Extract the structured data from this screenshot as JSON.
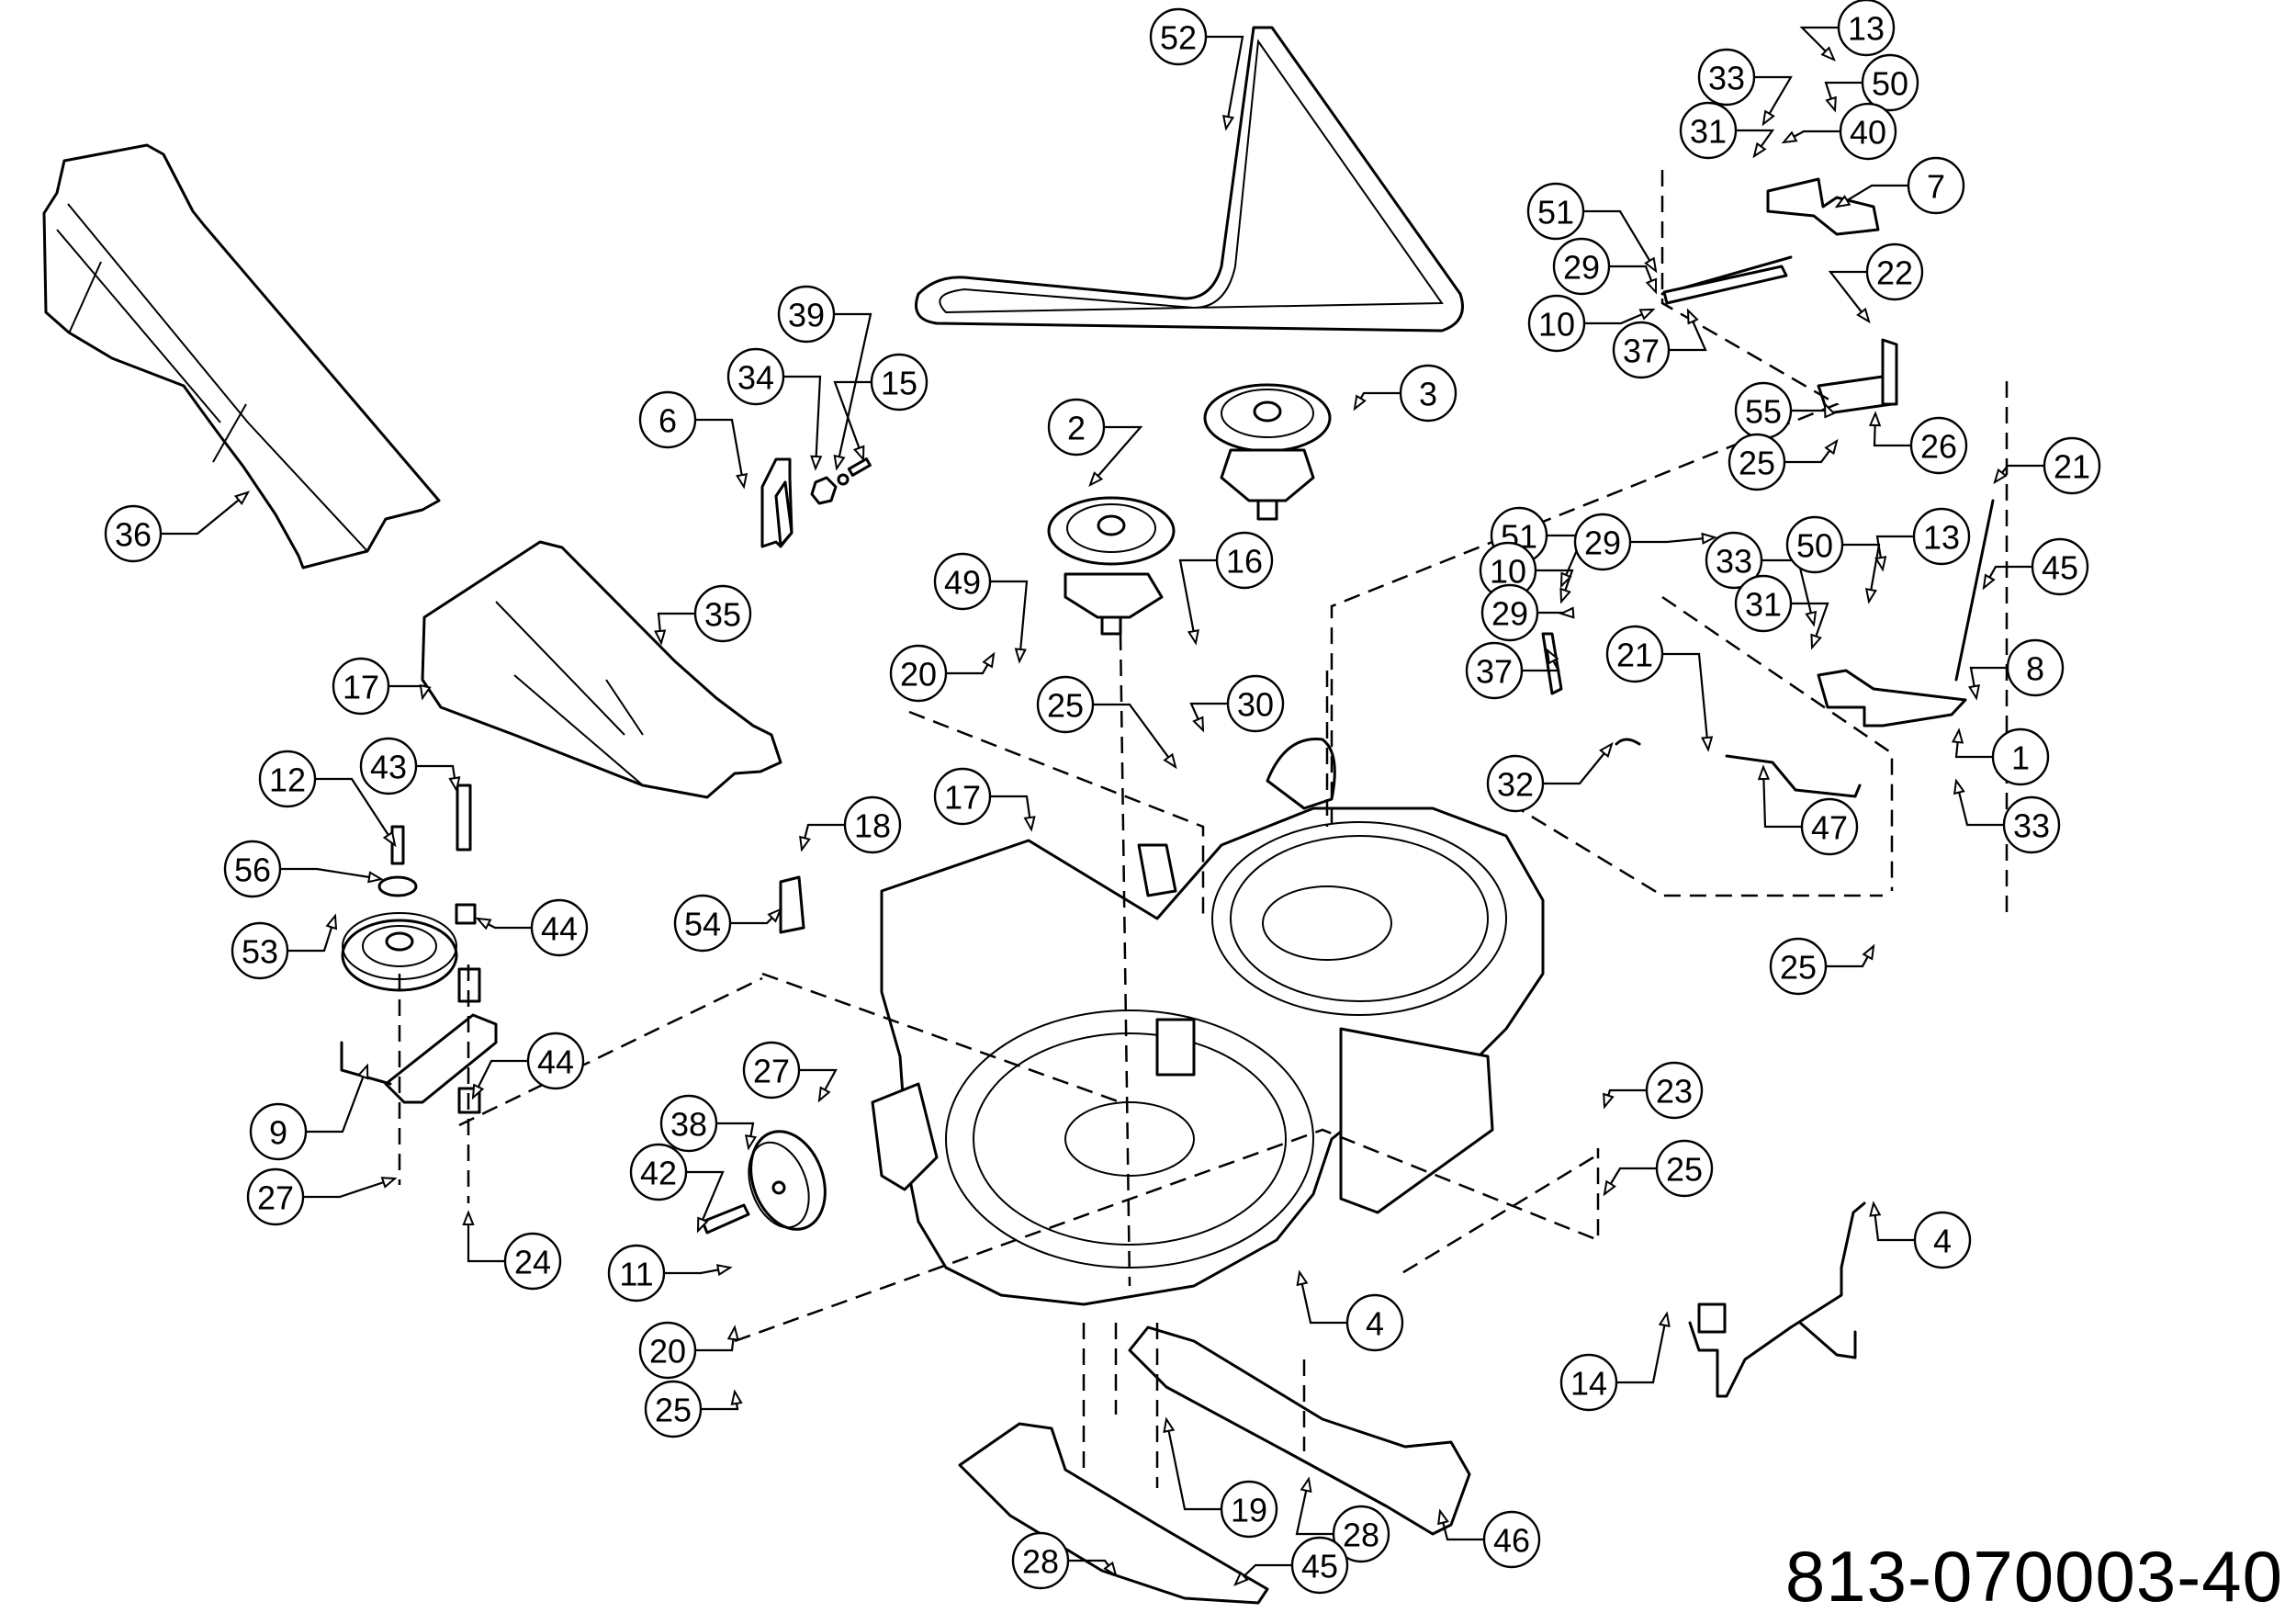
{
  "drawing_number": "813-070003-40",
  "parts": {
    "side_chute": "36",
    "discharge_chute": "35",
    "drive_belt": "52",
    "spindle_left": "2",
    "spindle_right": "3",
    "mower_deck": "4",
    "blade_left": "45",
    "blade_right": "46",
    "idler_pulley": "53",
    "idler_arm": "9",
    "gauge_wheel": "38",
    "chute_bracket": "6",
    "lift_link_rod": "47",
    "lift_bracket": "8",
    "lift_bracket_upper": "7",
    "belt_guard_bracket": "55",
    "front_hanger_rod": "4"
  },
  "callouts": [
    {
      "id": "c52",
      "label": "52"
    },
    {
      "id": "c13a",
      "label": "13"
    },
    {
      "id": "c33a",
      "label": "33"
    },
    {
      "id": "c50a",
      "label": "50"
    },
    {
      "id": "c31a",
      "label": "31"
    },
    {
      "id": "c40",
      "label": "40"
    },
    {
      "id": "c7",
      "label": "7"
    },
    {
      "id": "c51a",
      "label": "51"
    },
    {
      "id": "c29a",
      "label": "29"
    },
    {
      "id": "c10a",
      "label": "10"
    },
    {
      "id": "c37a",
      "label": "37"
    },
    {
      "id": "c22",
      "label": "22"
    },
    {
      "id": "c55",
      "label": "55"
    },
    {
      "id": "c25a",
      "label": "25"
    },
    {
      "id": "c26",
      "label": "26"
    },
    {
      "id": "c21a",
      "label": "21"
    },
    {
      "id": "c45a",
      "label": "45"
    },
    {
      "id": "c8",
      "label": "8"
    },
    {
      "id": "c1",
      "label": "1"
    },
    {
      "id": "c33c",
      "label": "33"
    },
    {
      "id": "c51b",
      "label": "51"
    },
    {
      "id": "c10b",
      "label": "10"
    },
    {
      "id": "c29b",
      "label": "29"
    },
    {
      "id": "c37b",
      "label": "37"
    },
    {
      "id": "c29c",
      "label": "29"
    },
    {
      "id": "c33b",
      "label": "33"
    },
    {
      "id": "c50b",
      "label": "50"
    },
    {
      "id": "c13b",
      "label": "13"
    },
    {
      "id": "c31b",
      "label": "31"
    },
    {
      "id": "c21b",
      "label": "21"
    },
    {
      "id": "c32",
      "label": "32"
    },
    {
      "id": "c47",
      "label": "47"
    },
    {
      "id": "c25b",
      "label": "25"
    },
    {
      "id": "c3",
      "label": "3"
    },
    {
      "id": "c2",
      "label": "2"
    },
    {
      "id": "c39",
      "label": "39"
    },
    {
      "id": "c34",
      "label": "34"
    },
    {
      "id": "c15",
      "label": "15"
    },
    {
      "id": "c6",
      "label": "6"
    },
    {
      "id": "c36",
      "label": "36"
    },
    {
      "id": "c35",
      "label": "35"
    },
    {
      "id": "c17a",
      "label": "17"
    },
    {
      "id": "c49",
      "label": "49"
    },
    {
      "id": "c20a",
      "label": "20"
    },
    {
      "id": "c25c",
      "label": "25"
    },
    {
      "id": "c16",
      "label": "16"
    },
    {
      "id": "c30",
      "label": "30"
    },
    {
      "id": "c17b",
      "label": "17"
    },
    {
      "id": "c18",
      "label": "18"
    },
    {
      "id": "c54",
      "label": "54"
    },
    {
      "id": "c12",
      "label": "12"
    },
    {
      "id": "c43",
      "label": "43"
    },
    {
      "id": "c56",
      "label": "56"
    },
    {
      "id": "c44a",
      "label": "44"
    },
    {
      "id": "c53",
      "label": "53"
    },
    {
      "id": "c44b",
      "label": "44"
    },
    {
      "id": "c9",
      "label": "9"
    },
    {
      "id": "c27a",
      "label": "27"
    },
    {
      "id": "c24",
      "label": "24"
    },
    {
      "id": "c27b",
      "label": "27"
    },
    {
      "id": "c38",
      "label": "38"
    },
    {
      "id": "c42",
      "label": "42"
    },
    {
      "id": "c11",
      "label": "11"
    },
    {
      "id": "c20b",
      "label": "20"
    },
    {
      "id": "c25d",
      "label": "25"
    },
    {
      "id": "c4a",
      "label": "4"
    },
    {
      "id": "c23",
      "label": "23"
    },
    {
      "id": "c25e",
      "label": "25"
    },
    {
      "id": "c4b",
      "label": "4"
    },
    {
      "id": "c14",
      "label": "14"
    },
    {
      "id": "c19",
      "label": "19"
    },
    {
      "id": "c28a",
      "label": "28"
    },
    {
      "id": "c28b",
      "label": "28"
    },
    {
      "id": "c45b",
      "label": "45"
    },
    {
      "id": "c46",
      "label": "46"
    }
  ]
}
